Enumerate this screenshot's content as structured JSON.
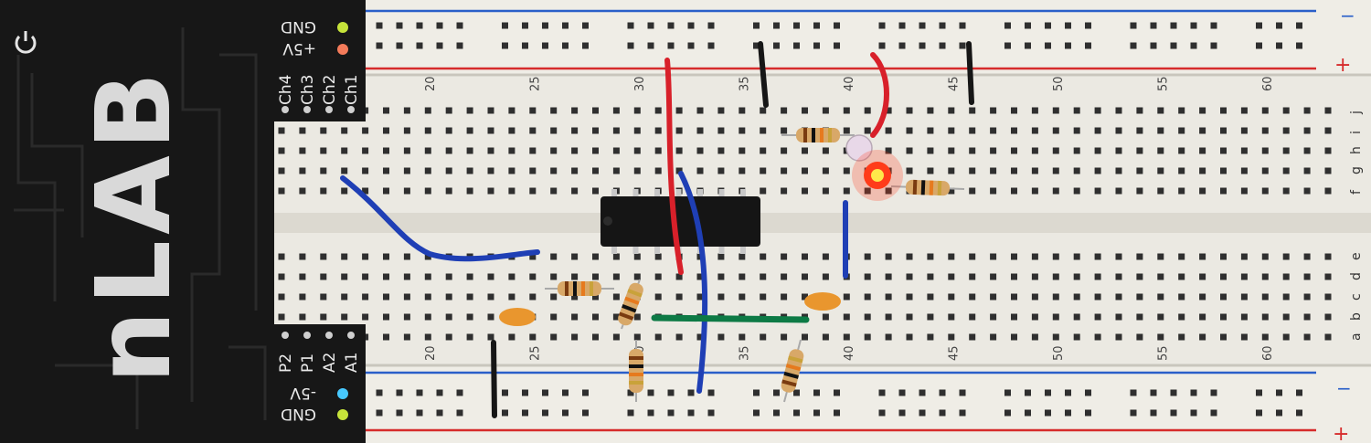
{
  "board_brand": "nLAB",
  "header_top": {
    "pins": [
      "GND",
      "+5V"
    ],
    "channels": [
      "Ch4",
      "Ch3",
      "Ch2",
      "Ch1"
    ]
  },
  "header_bottom": {
    "pins": [
      "P2",
      "P1",
      "A2",
      "A1"
    ],
    "power": [
      "-5V",
      "GND"
    ]
  },
  "column_numbers": [
    "20",
    "25",
    "30",
    "35",
    "40",
    "45",
    "50",
    "55",
    "60"
  ],
  "row_letters_top": [
    "j",
    "i",
    "h",
    "g",
    "f"
  ],
  "row_letters_bottom": [
    "e",
    "d",
    "c",
    "b",
    "a"
  ],
  "rail_signs": {
    "minus": "−",
    "plus": "+"
  },
  "colors": {
    "board": "#171717",
    "breadboard": "#ebe9e2",
    "hole": "#2f2f2f",
    "rail_red": "#d62b2b",
    "rail_blue": "#2a5fc9",
    "wire_red": "#d8202a",
    "wire_blue": "#1f3fb5",
    "wire_black": "#161616",
    "wire_green": "#0d7a45",
    "resistor_body": "#d8a868",
    "capacitor": "#e9962e",
    "led_red": "#ff3c1a",
    "led_clear": "#e8d8e8",
    "dot_green": "#c6e33a",
    "dot_orange": "#f47b5a",
    "dot_blue": "#47c9ff"
  }
}
